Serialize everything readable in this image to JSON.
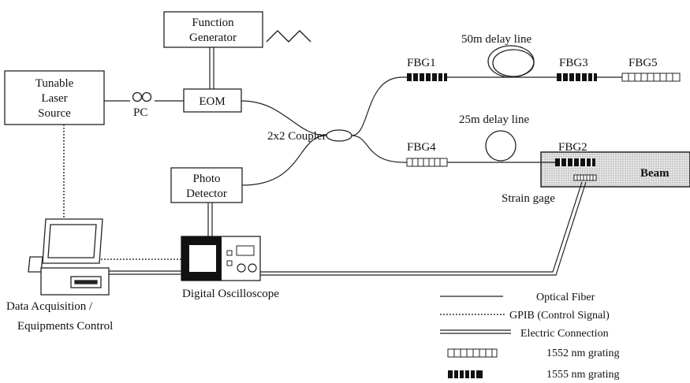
{
  "blocks": {
    "laser": [
      "Tunable",
      "Laser",
      "Source"
    ],
    "function_generator": [
      "Function",
      "Generator"
    ],
    "eom": "EOM",
    "photo_detector": [
      "Photo",
      "Detector"
    ]
  },
  "labels": {
    "pc": "PC",
    "coupler": "2x2 Coupler",
    "delay_50": "50m delay line",
    "delay_25": "25m delay line",
    "fbg1": "FBG1",
    "fbg2": "FBG2",
    "fbg3": "FBG3",
    "fbg4": "FBG4",
    "fbg5": "FBG5",
    "beam": "Beam",
    "strain_gage": "Strain gage",
    "oscilloscope": "Digital Oscilloscope",
    "daq_line1": "Data Acquisition /",
    "daq_line2": "Equipments Control"
  },
  "legend": [
    {
      "key": "optical",
      "label": "Optical Fiber"
    },
    {
      "key": "gpib",
      "label": "GPIB (Control Signal)"
    },
    {
      "key": "electric",
      "label": "Electric Connection"
    },
    {
      "key": "grating_1552",
      "label": "1552 nm grating"
    },
    {
      "key": "grating_1555",
      "label": "1555 nm grating"
    }
  ]
}
